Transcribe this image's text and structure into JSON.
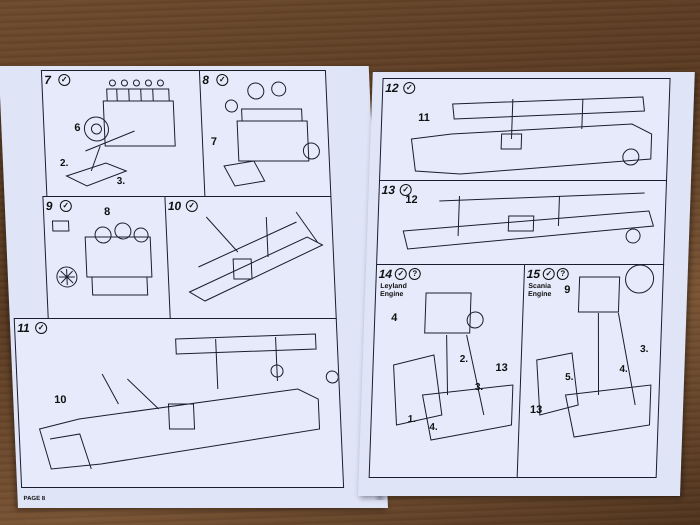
{
  "scene": {
    "subject": "open model kit instruction booklet on wooden table",
    "colors": {
      "page": "#dfe4f7",
      "table": "#6e4a2c",
      "ink": "#1a1d2e"
    }
  },
  "left_page": {
    "footer": "PAGE 8",
    "panels": [
      {
        "step": "7",
        "part_labels": [
          "6",
          "2.",
          "3."
        ]
      },
      {
        "step": "8",
        "part_labels": [
          "7"
        ]
      },
      {
        "step": "9",
        "part_labels": [
          "8"
        ]
      },
      {
        "step": "10",
        "part_labels": []
      },
      {
        "step": "11",
        "part_labels": [
          "10"
        ]
      }
    ]
  },
  "right_page": {
    "panels": [
      {
        "step": "12",
        "part_labels": [
          "11"
        ]
      },
      {
        "step": "13",
        "part_labels": [
          "12"
        ]
      },
      {
        "step": "14",
        "engine_label": "Leyland Engine",
        "part_labels": [
          "4",
          "2.",
          "3.",
          "13",
          "1.",
          "4."
        ]
      },
      {
        "step": "15",
        "engine_label": "Scania Engine",
        "part_labels": [
          "9",
          "3.",
          "4.",
          "5.",
          "13"
        ]
      }
    ]
  }
}
